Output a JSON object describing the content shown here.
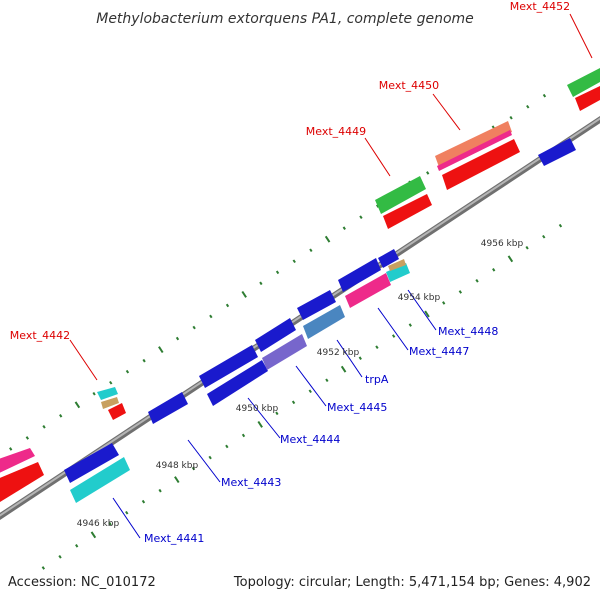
{
  "title": "Methylobacterium extorquens PA1, complete genome",
  "footer": {
    "accession": "Accession: NC_010172",
    "summary": "Topology: circular; Length: 5,471,154 bp; Genes: 4,902"
  },
  "colors": {
    "backbone": "#8a8a8a",
    "tick": "#2e7d32",
    "label_top": "#dd0000",
    "label_bottom": "#0000cc",
    "gene_blue": "#1a1acd",
    "gene_red": "#ee1111",
    "gene_green": "#33bb44",
    "gene_pink": "#ee2a8a",
    "gene_cyan": "#22cccc",
    "gene_purple": "#7766cc",
    "gene_steel": "#4a86c0"
  },
  "scale_labels": [
    "4946 kbp",
    "4948 kbp",
    "4950 kbp",
    "4952 kbp",
    "4954 kbp",
    "4956 kbp"
  ],
  "gene_labels_top": [
    "Mext_4442",
    "Mext_4449",
    "Mext_4450",
    "Mext_4452"
  ],
  "gene_labels_bottom": [
    "Mext_4441",
    "Mext_4443",
    "Mext_4444",
    "Mext_4445",
    "trpA",
    "Mext_4447",
    "Mext_4448"
  ]
}
